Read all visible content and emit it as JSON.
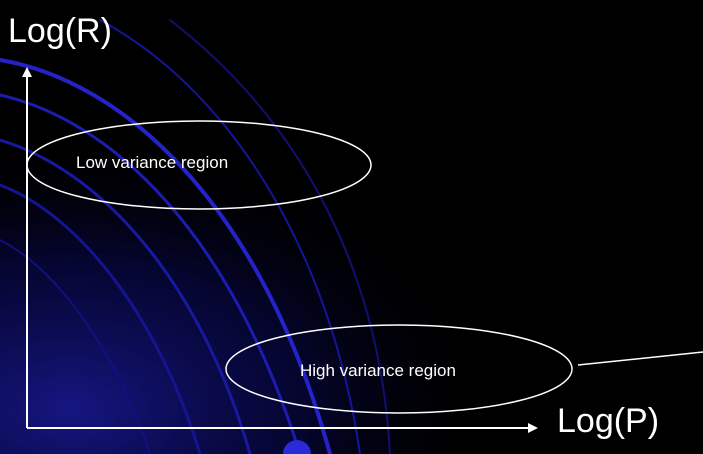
{
  "colors": {
    "background": "#000000",
    "foreground": "#ffffff",
    "decor_arc": "#1f1fb8",
    "decor_glow": "#0a0a60"
  },
  "axes": {
    "y_label": "Log(R)",
    "x_label": "Log(P)"
  },
  "regions": {
    "low_label": "Low variance region",
    "high_label": "High variance region"
  }
}
